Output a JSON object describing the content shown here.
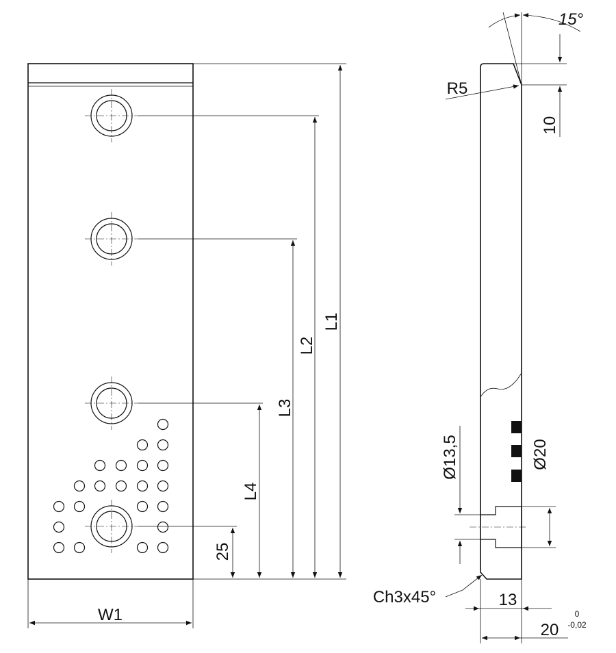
{
  "drawing": {
    "front_view": {
      "width_label": "W1",
      "length_labels": {
        "l1": "L1",
        "l2": "L2",
        "l3": "L3",
        "l4": "L4"
      },
      "bottom_offset_label": "25"
    },
    "side_view": {
      "angle_label": "15°",
      "radius_label": "R5",
      "top_height_label": "10",
      "hole_small_label": "Ø13,5",
      "hole_large_label": "Ø20",
      "chamfer_label": "Ch3x45°",
      "depth_label": "13",
      "thickness_label": "20",
      "tolerance_upper": "0",
      "tolerance_lower": "-0,02"
    }
  }
}
